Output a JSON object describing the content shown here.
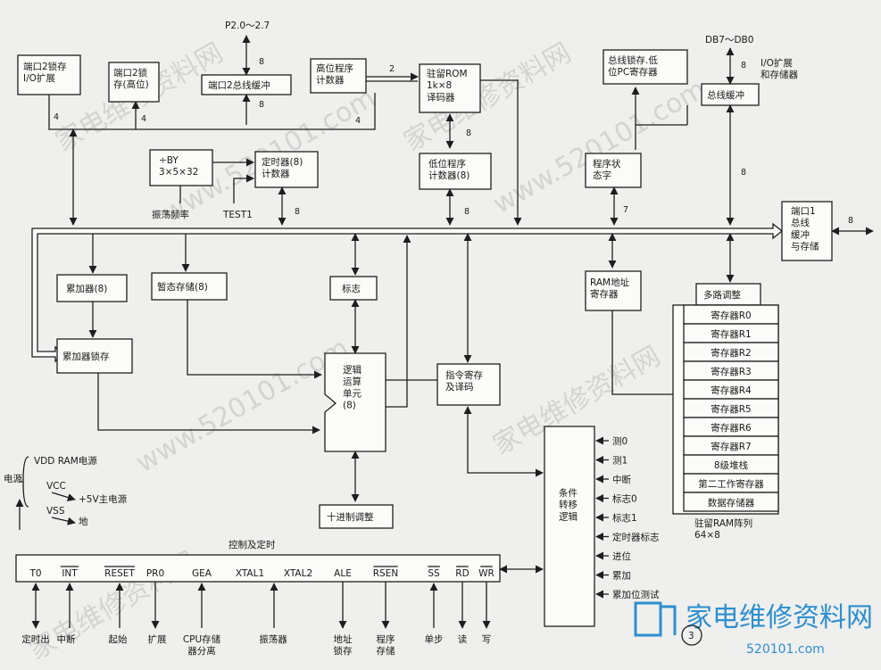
{
  "watermarks": {
    "w1": "家电维修资料网",
    "w2": "www.520101.com",
    "w3": "家电维修资料网",
    "w4": "www.520101.com",
    "w5": "家电维修资料网",
    "w6": "www.520101.com",
    "w7": "家电维修资料网"
  },
  "brand": {
    "name": "家电维修资料网",
    "url": "520101.com",
    "page_no": "3"
  },
  "top": {
    "p2_label": "P2.0～2.7",
    "db_label": "DB7～DB0",
    "io_label": "I/O扩展\n和存储器"
  },
  "blocks": {
    "port2_latch_io": "端口2锁存\nI/O扩展",
    "port2_latch_high": "端口2锁\n存(高位)",
    "port2_bus_buffer": "端口2总线缓冲",
    "high_pc": "高位程序\n计数器",
    "rom": "驻留ROM\n1k×8\n译码器",
    "low_pc": "低位程序\n计数器(8)",
    "div_by": "÷BY\n3×5×32",
    "timer": "定时器(8)\n计数器",
    "osc_freq": "振荡频率",
    "test1": "TEST1",
    "bus_latch_pc": "总线锁存.低\n位PC寄存器",
    "bus_buffer": "总线缓冲",
    "psw": "程序状\n态字",
    "port1": "端口1\n总线\n缓冲\n与存储",
    "accumulator": "累加器(8)",
    "temp_reg": "暂态存储(8)",
    "flags": "标志",
    "ram_addr": "RAM地址\n寄存器",
    "mux": "多路调整",
    "acc_latch": "累加器锁存",
    "alu": "逻辑\n运算\n单元\n(8)",
    "instr_reg": "指令寄存\n及译码",
    "decimal_adj": "十进制调整",
    "cond_branch": "条件\n转移\n逻辑",
    "ram_array": "驻留RAM阵列\n64×8"
  },
  "registers": [
    "寄存器R0",
    "寄存器R1",
    "寄存器R2",
    "寄存器R3",
    "寄存器R4",
    "寄存器R5",
    "寄存器R6",
    "寄存器R7",
    "8级堆栈",
    "第二工作寄存器",
    "数据存储器"
  ],
  "cond_inputs": [
    "测0",
    "测1",
    "中断",
    "标志0",
    "标志1",
    "定时器标志",
    "进位",
    "累加",
    "累加位测试"
  ],
  "bus_widths": {
    "p2": "8",
    "p2b": "8",
    "rom_in": "2",
    "rom_low": "8",
    "low_bus": "8",
    "timer_bus": "8",
    "psw_bus": "7",
    "db": "8",
    "buf_down": "8",
    "port1_out": "8",
    "n4a": "4",
    "n4b": "4",
    "n4c": "4"
  },
  "power": {
    "title": "电源",
    "vdd": "VDD  RAM电源",
    "vcc": "VCC",
    "vcc_desc": "+5V主电源",
    "vss": "VSS",
    "vss_desc": "地"
  },
  "control": {
    "title": "控制及定时",
    "pins": [
      "T0",
      "INT",
      "RESET",
      "PR0",
      "GEA",
      "XTAL1",
      "XTAL2",
      "ALE",
      "RSEN",
      "SS",
      "RD",
      "WR"
    ],
    "signals": [
      "定时出",
      "中断",
      "起始",
      "扩展",
      "CPU存储\n器分离",
      "振荡器",
      "地址\n锁存",
      "程序\n存储",
      "单步",
      "读",
      "写"
    ]
  }
}
